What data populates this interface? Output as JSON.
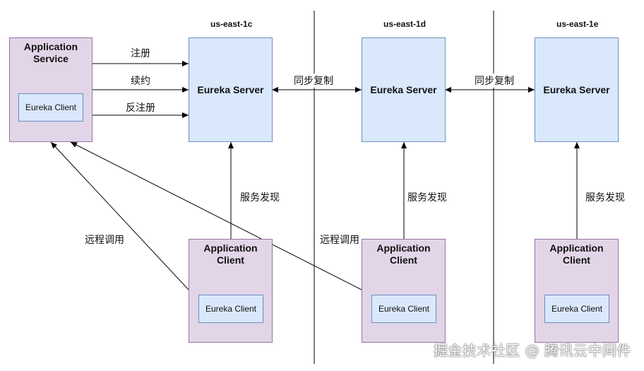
{
  "regions": [
    "us-east-1c",
    "us-east-1d",
    "us-east-1e"
  ],
  "app_service": {
    "title_line1": "Application",
    "title_line2": "Service",
    "client": "Eureka Client"
  },
  "servers": [
    "Eureka Server",
    "Eureka Server",
    "Eureka Server"
  ],
  "app_clients": [
    {
      "title_line1": "Application",
      "title_line2": "Client",
      "client": "Eureka Client"
    },
    {
      "title_line1": "Application",
      "title_line2": "Client",
      "client": "Eureka Client"
    },
    {
      "title_line1": "Application",
      "title_line2": "Client",
      "client": "Eureka Client"
    }
  ],
  "edges": {
    "register": "注册",
    "renew": "续约",
    "cancel": "反注册",
    "replicate": "同步复制",
    "discovery": "服务发现",
    "remote_call": "远程调用"
  },
  "watermark": "掘金技术社区 @ 腾讯云中间件",
  "colors": {
    "app_fill": "#e1d5e7",
    "app_stroke": "#9673a6",
    "server_fill": "#dae8fc",
    "server_stroke": "#6c8ebf"
  }
}
